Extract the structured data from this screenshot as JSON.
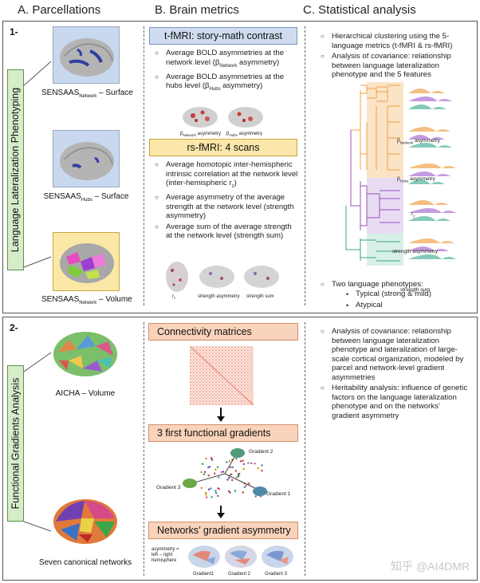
{
  "columns": {
    "a": "A. Parcellations",
    "b": "B. Brain metrics",
    "c": "C. Statistical analysis"
  },
  "panel1": {
    "number": "1-",
    "side_label": "Language Lateralization Phenotyping",
    "parcellations": [
      {
        "base": "SENSAAS",
        "sub": "Network",
        "suffix": " – Surface"
      },
      {
        "base": "SENSAAS",
        "sub": "Hubs",
        "suffix": " – Surface"
      },
      {
        "base": "SENSAAS",
        "sub": "Network",
        "suffix": " – Volume"
      }
    ],
    "tfmri": {
      "title": "t-fMRI: story-math contrast",
      "bullets": [
        {
          "pre": "Average BOLD asymmetries at the network level (β",
          "sub": "Network",
          "post": " asymmetry)"
        },
        {
          "pre": "Average BOLD asymmetries at the hubs level (β",
          "sub": "Hubs",
          "post": " asymmetry)"
        }
      ],
      "brain_captions": [
        {
          "pre": "β",
          "sub": "Network",
          "post": " asymmetry"
        },
        {
          "pre": "β",
          "sub": "Hubs",
          "post": " asymmetry"
        }
      ]
    },
    "rsfmri": {
      "title": "rs-fMRI: 4 scans",
      "bullets": [
        {
          "pre": "Average homotopic inter-hemispheric intrinsic correlation at the network level (inter-hemispheric r",
          "sub": "z",
          "post": ")"
        },
        {
          "pre": "Average asymmetry of the average strength at the network level (strength asymmetry)",
          "sub": "",
          "post": ""
        },
        {
          "pre": "Average sum of the average strength at the network level (strength sum)",
          "sub": "",
          "post": ""
        }
      ],
      "brain_captions": [
        "r",
        "strength asymmetry",
        "strength sum"
      ],
      "rz_sub": "z"
    },
    "stats": {
      "bullets": [
        "Hierarchical clustering using the 5-language metrics (t-fMRI & rs-fMRI)",
        "Analysis of covariance: relationship between language lateralization phenotype and the 5 features"
      ],
      "dendro_labels": [
        {
          "pre": "β",
          "sub": "Network",
          "post": " asymmetry"
        },
        {
          "pre": "β",
          "sub": "Hubs",
          "post": " asymmetry"
        },
        {
          "pre": "r",
          "sub": "z",
          "post": ""
        },
        {
          "pre": "strength asymmetry",
          "sub": "",
          "post": ""
        },
        {
          "pre": "strength sum",
          "sub": "",
          "post": ""
        }
      ],
      "phenotype_head": "Two language phenotypes:",
      "phenotypes": [
        "Typical (strong & mild)",
        "Atypical"
      ]
    }
  },
  "panel2": {
    "number": "2-",
    "side_label": "Functional Gradients Analysis",
    "parcellations": [
      "AICHA – Volume",
      "Seven canonical networks"
    ],
    "steps": [
      "Connectivity matrices",
      "3 first functional gradients",
      "Networks’ gradient asymmetry"
    ],
    "gradient_labels": [
      "Gradient 2",
      "Gradient 3",
      "Gradient 1"
    ],
    "asym_note": [
      "asymmetry =",
      "left – right",
      "hemisphere"
    ],
    "asym_brains": [
      "Gradient1",
      "Gradient 2",
      "Gradient 3"
    ],
    "stats": [
      "Analysis of covariance: relationship between language lateralization phenotype and lateralization of large-scale cortical organization, modeled by parcel and network-level gradient asymmetries",
      "Heritability analysis: influence of genetic factors on the language lateralization phenotype and on the networks’ gradient asymmetry"
    ]
  },
  "watermark": "知乎 @AI4DMR"
}
